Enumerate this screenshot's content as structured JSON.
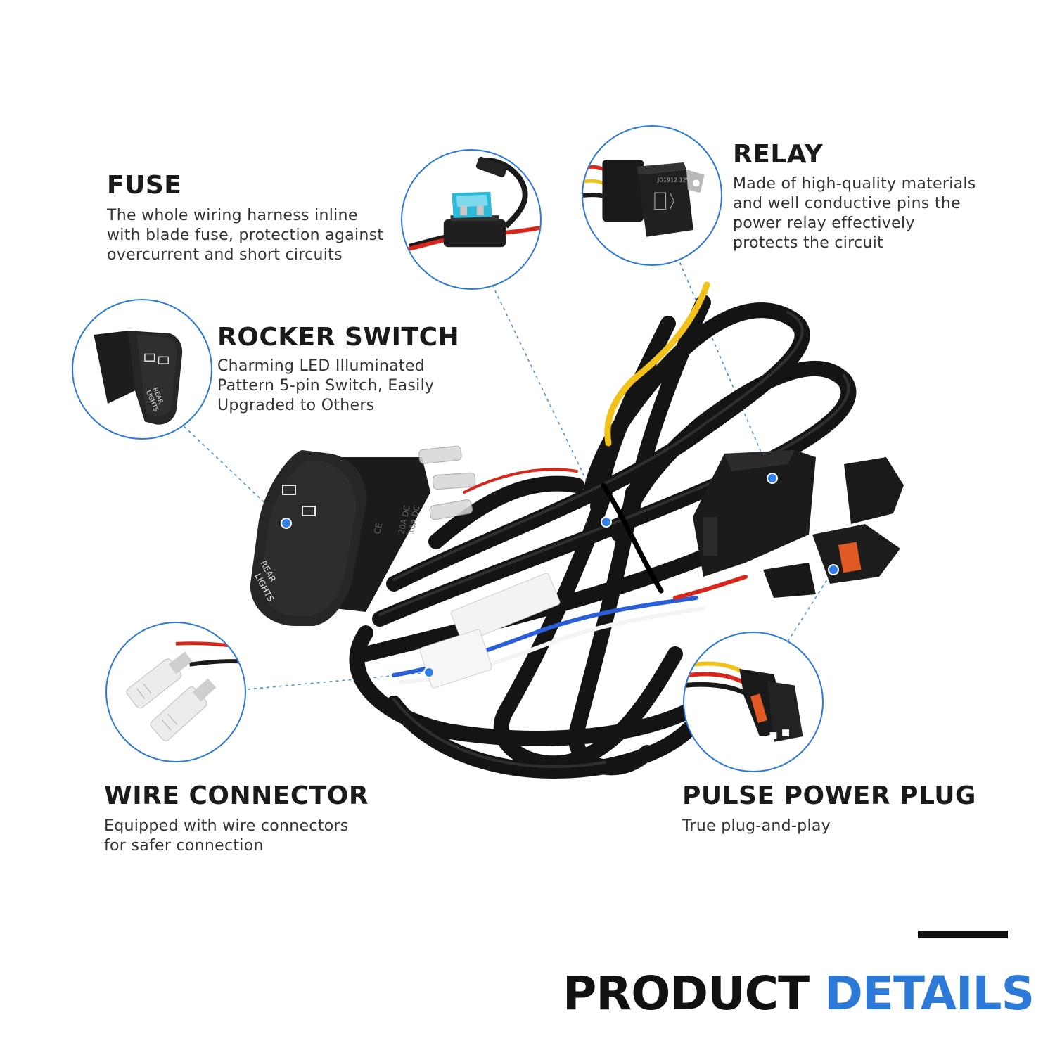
{
  "features": {
    "fuse": {
      "title": "FUSE",
      "lines": [
        "The whole wiring harness inline",
        "with blade fuse, protection against",
        "overcurrent and short circuits"
      ]
    },
    "relay": {
      "title": "RELAY",
      "lines": [
        "Made of high-quality materials",
        "and well conductive pins the",
        "power relay effectively",
        "protects the circuit"
      ],
      "part_label": "JD1912 12V"
    },
    "rocker_switch": {
      "title": "ROCKER SWITCH",
      "lines": [
        "Charming LED Illuminated",
        "Pattern 5-pin Switch, Easily",
        "Upgraded to Others"
      ],
      "switch_label_1": "REAR",
      "switch_label_2": "LIGHTS",
      "rating_1": "20A DC",
      "rating_2": "10A DC",
      "ce_mark": "CE"
    },
    "wire_connector": {
      "title": "WIRE CONNECTOR",
      "lines": [
        "Equipped with wire connectors",
        "for safer connection"
      ]
    },
    "pulse_power_plug": {
      "title": "PULSE POWER PLUG",
      "lines": [
        "True plug-and-play"
      ]
    }
  },
  "footer": {
    "title_part1": "PRODUCT",
    "title_part2": "DETAILS"
  },
  "colors": {
    "accent_blue": "#2d79d8",
    "callout_dot": "#2f7fe6",
    "text_dark": "#1a1a1a",
    "wire_black": "#151515",
    "wire_red": "#d9261c",
    "wire_yellow": "#f2c21a",
    "fuse_blue": "#2fb9d9"
  }
}
